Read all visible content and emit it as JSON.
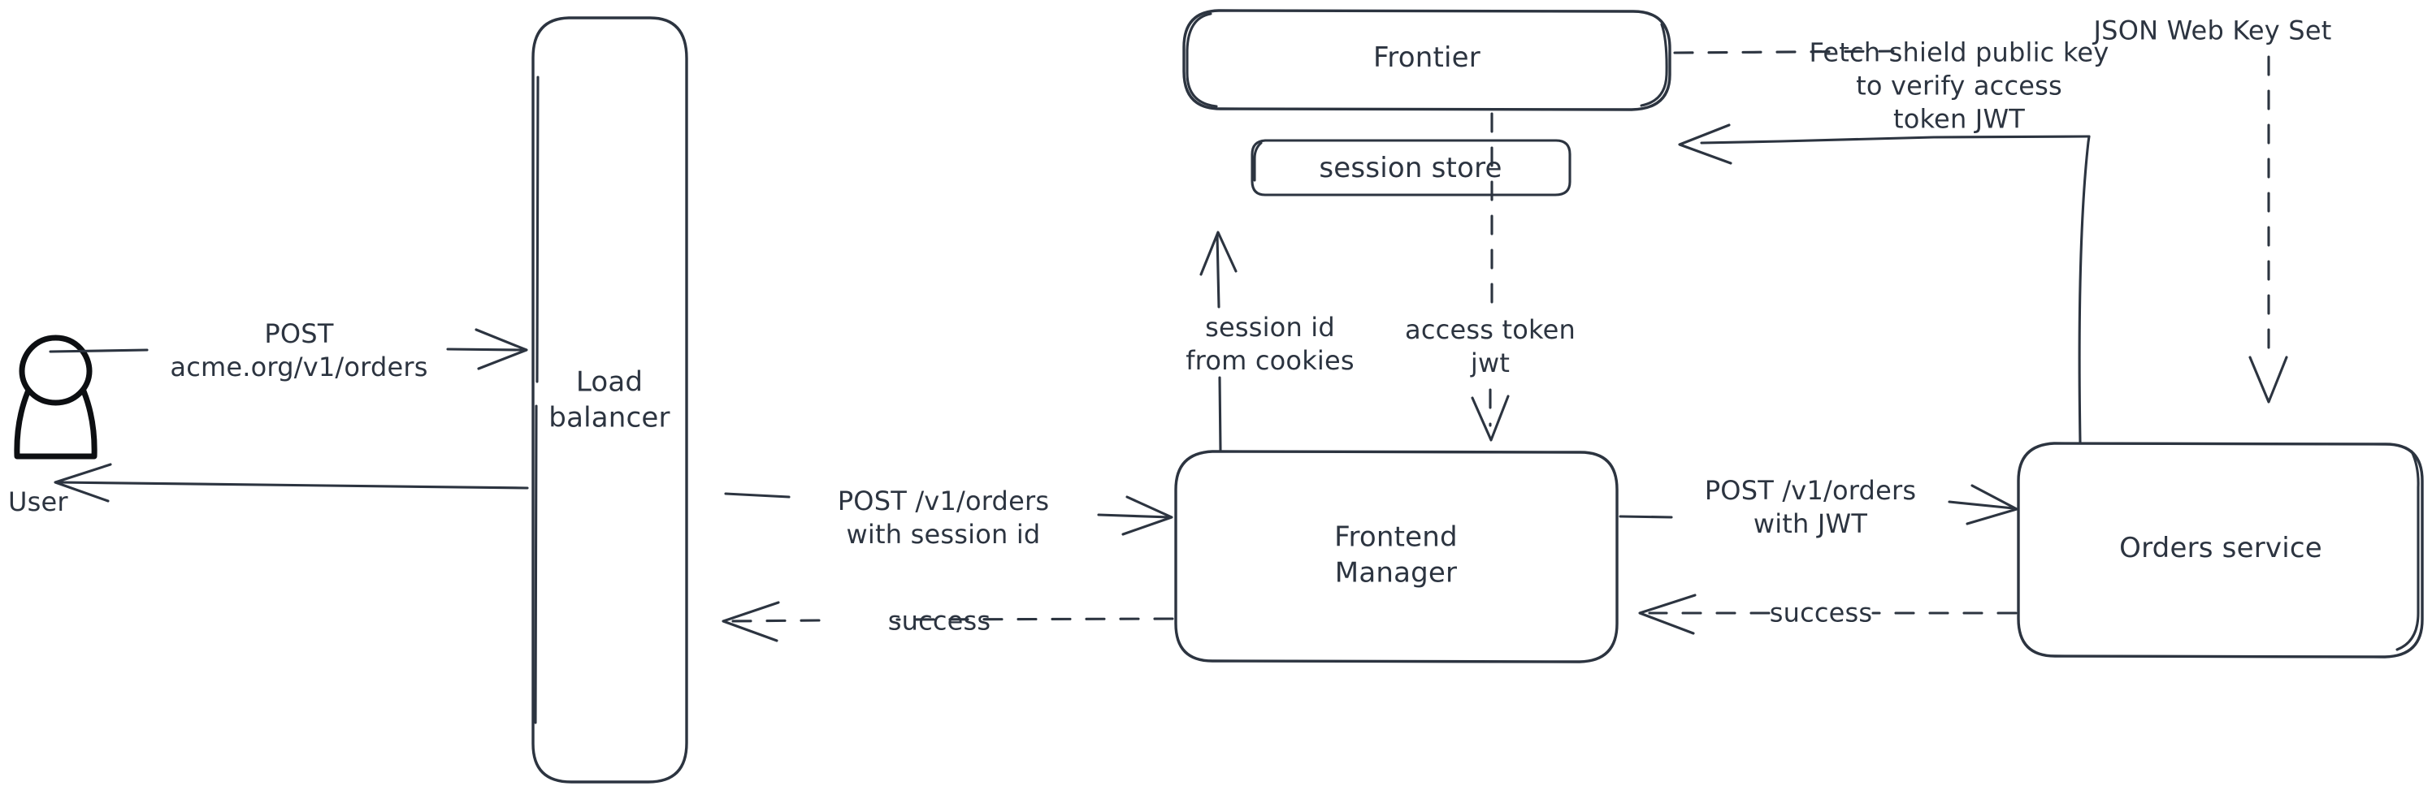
{
  "diagram": {
    "title": "Order request authentication flow",
    "background_color": "#ffffff",
    "stroke_color": "#2c3440",
    "actor_outline_color": "#0d0f12",
    "hatch_color": "#c2cbd6"
  },
  "nodes": {
    "user": {
      "label": "User",
      "shape": "actor"
    },
    "load_balancer": {
      "label": "Load\nbalancer",
      "shape": "rounded-rect"
    },
    "frontier": {
      "label": "Frontier",
      "shape": "rounded-rect"
    },
    "session_store": {
      "label": "session store",
      "shape": "rounded-rect"
    },
    "frontend_manager": {
      "label": "Frontend\nManager",
      "shape": "rounded-rect"
    },
    "orders_service": {
      "label": "Orders service",
      "shape": "rounded-rect"
    }
  },
  "edges": [
    {
      "id": "user-to-lb",
      "label": "POST\nacme.org/v1/orders",
      "from": "user",
      "to": "load_balancer",
      "style": "solid",
      "direction": "right"
    },
    {
      "id": "lb-to-user",
      "label": "",
      "from": "load_balancer",
      "to": "user",
      "style": "solid",
      "direction": "left"
    },
    {
      "id": "lb-to-fm",
      "label": "POST /v1/orders\nwith session id",
      "from": "load_balancer",
      "to": "frontend_manager",
      "style": "solid",
      "direction": "right"
    },
    {
      "id": "fm-to-lb",
      "label": "success",
      "from": "frontend_manager",
      "to": "load_balancer",
      "style": "dashed",
      "direction": "left"
    },
    {
      "id": "fm-to-frontier",
      "label": "session id\nfrom cookies",
      "from": "frontend_manager",
      "to": "frontier",
      "style": "solid",
      "direction": "up"
    },
    {
      "id": "frontier-to-fm",
      "label": "access token\njwt",
      "from": "frontier",
      "to": "frontend_manager",
      "style": "dashed",
      "direction": "down"
    },
    {
      "id": "fm-to-orders",
      "label": "POST /v1/orders\nwith JWT",
      "from": "frontend_manager",
      "to": "orders_service",
      "style": "solid",
      "direction": "right"
    },
    {
      "id": "orders-to-fm",
      "label": "success",
      "from": "orders_service",
      "to": "frontend_manager",
      "style": "dashed",
      "direction": "left"
    },
    {
      "id": "orders-to-frontier",
      "label": "Fetch shield public key\nto verify access\ntoken JWT",
      "from": "orders_service",
      "to": "frontier",
      "style": "solid",
      "direction": "left"
    },
    {
      "id": "frontier-to-orders-jwks",
      "label": "JSON Web Key Set",
      "from": "frontier",
      "to": "orders_service",
      "style": "dashed",
      "direction": "down"
    }
  ]
}
